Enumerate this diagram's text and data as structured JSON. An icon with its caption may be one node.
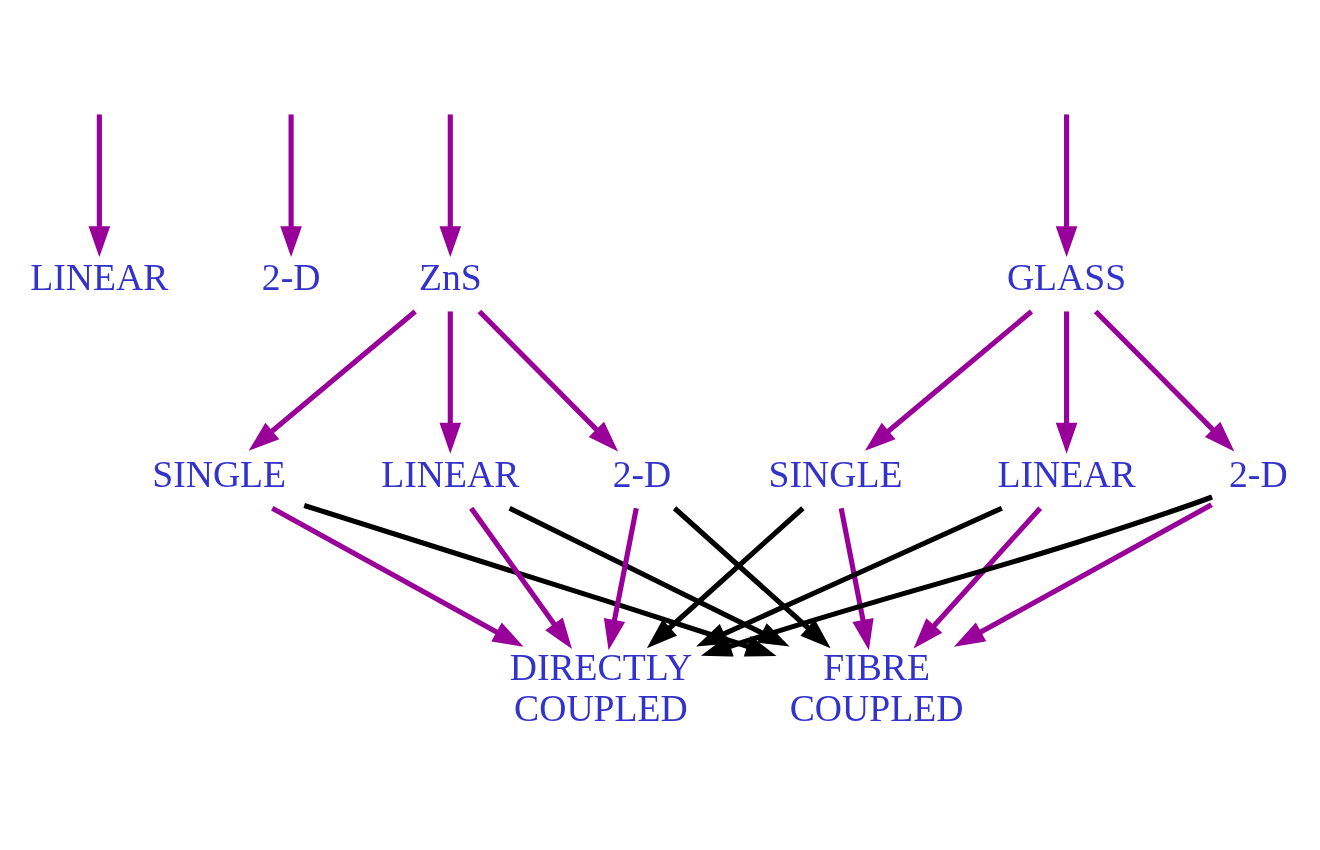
{
  "diagram": {
    "nodes": [
      {
        "text": [
          "LINEAR"
        ]
      },
      {
        "text": [
          "2-D"
        ]
      },
      {
        "text": [
          "ZnS"
        ]
      },
      {
        "text": [
          "GLASS"
        ]
      },
      {
        "text": [
          "SINGLE"
        ]
      },
      {
        "text": [
          "LINEAR"
        ]
      },
      {
        "text": [
          "2-D"
        ]
      },
      {
        "text": [
          "SINGLE"
        ]
      },
      {
        "text": [
          "LINEAR"
        ]
      },
      {
        "text": [
          "2-D"
        ]
      },
      {
        "text": [
          "DIRECTLY COUPLED"
        ]
      },
      {
        "text": [
          "FIBRE COUPLED"
        ]
      }
    ],
    "edges": [
      {
        "from": null,
        "to": 0,
        "arrow": "to"
      },
      {
        "from": null,
        "to": 1,
        "arrow": "to"
      },
      {
        "from": null,
        "to": 2,
        "arrow": "to"
      },
      {
        "from": null,
        "to": 3,
        "arrow": "to"
      },
      {
        "from": 2,
        "to": 4,
        "arrow": "to"
      },
      {
        "from": 2,
        "to": 5,
        "arrow": "to"
      },
      {
        "from": 2,
        "to": 6,
        "arrow": "to"
      },
      {
        "from": 3,
        "to": 7,
        "arrow": "to"
      },
      {
        "from": 3,
        "to": 8,
        "arrow": "to"
      },
      {
        "from": 3,
        "to": 9,
        "arrow": "to"
      },
      {
        "from": 4,
        "to": 10,
        "arrow": "to"
      },
      {
        "from": 4,
        "to": 11,
        "arrow": "to",
        "color": "#000000"
      },
      {
        "from": 5,
        "to": 10,
        "arrow": "to"
      },
      {
        "from": 5,
        "to": 11,
        "arrow": "to",
        "color": "#000000"
      },
      {
        "from": 6,
        "to": 10,
        "arrow": "to"
      },
      {
        "from": 6,
        "to": 11,
        "arrow": "to",
        "color": "#000000"
      },
      {
        "from": 7,
        "to": 10,
        "arrow": "to",
        "color": "#000000"
      },
      {
        "from": 7,
        "to": 11,
        "arrow": "to"
      },
      {
        "from": 8,
        "to": 10,
        "arrow": "to",
        "color": "#000000"
      },
      {
        "from": 8,
        "to": 11,
        "arrow": "to"
      },
      {
        "from": 9,
        "to": 10,
        "arrow": "to",
        "color": "#000000"
      },
      {
        "from": 9,
        "to": 11,
        "arrow": "to"
      }
    ]
  }
}
